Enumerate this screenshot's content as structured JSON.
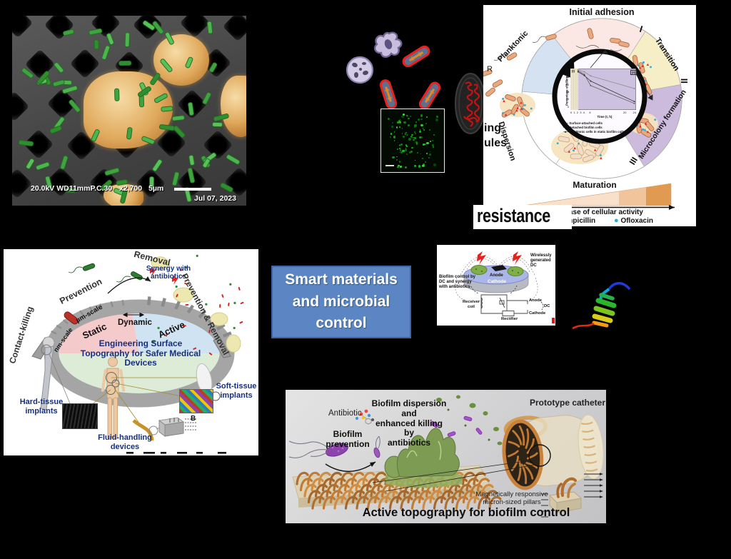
{
  "sem": {
    "status_bar": {
      "left": "20.0kV WD11mmP.C.30",
      "mag": "x2,700",
      "scale": "5µm",
      "date": "Jul 07, 2023"
    }
  },
  "biofilm_cycle": {
    "title": "Initial adhesion",
    "segment_planktonic": "Planktonic",
    "segment_transition": "Transition",
    "segment_microcolony": "Microcolony formation",
    "segment_maturation": "Maturation",
    "segment_dispersion": "Dispersion",
    "marker_1": "I",
    "marker_2": "II",
    "marker_3": "III",
    "fragment_r": "R",
    "fragment_ing": "ing",
    "fragment_ules": "ules",
    "fragment_resistance": "resistance",
    "activity_label": "Increase of cellular activity",
    "legend": [
      {
        "label": "Ampicillin",
        "color": "#ed1c24",
        "marker": "triangle"
      },
      {
        "label": "Ofloxacin",
        "color": "#29abe2",
        "marker": "circle"
      }
    ],
    "inset_chart": {
      "type": "line",
      "xlabel": "Time (t, h)",
      "ylabel": "Percentage of killing (%)",
      "x_ticks": [
        0,
        1,
        2,
        3,
        4,
        6,
        20,
        24
      ],
      "y_ticks": [
        0,
        20,
        40,
        60,
        80,
        100
      ],
      "ylim": [
        0,
        100
      ],
      "region_labels": [
        "(I)",
        "(II)"
      ],
      "series": [
        {
          "name": "Surface-attached cells",
          "x": [
            2,
            4,
            6,
            24
          ],
          "values": [
            95,
            85,
            70,
            15
          ]
        },
        {
          "name": "Detached biofilm cells",
          "x": [
            2,
            4,
            6,
            24
          ],
          "values": [
            98,
            88,
            58,
            10
          ]
        },
        {
          "name": "Planktonic cells in static biofilm cultures",
          "x": [
            2,
            4,
            6,
            24
          ],
          "values": [
            100,
            95,
            84,
            50
          ]
        }
      ]
    }
  },
  "topography_wheel": {
    "label_contact_killing": "Contact-killing",
    "label_prevention": "Prevention",
    "label_removal": "Removal",
    "label_synergy": "Synergy with\nantibiotics",
    "label_prevention_removal": "Prevention & Removal",
    "label_nm": "nm-scale",
    "label_um": "µm-scale",
    "label_static": "Static",
    "label_dynamic": "Dynamic",
    "label_active": "Active",
    "center_text": "Engineering Surface\nTopography for Safer Medical\nDevices",
    "label_hard": "Hard-tissue\nimplants",
    "label_soft": "Soft-tissue\nimplants",
    "label_fluid": "Fluid-handling\ndevices",
    "label_b": "B"
  },
  "center_box": {
    "text": "Smart materials\nand microbial\ncontrol",
    "bg": "#5b86c3",
    "border": "#3f63a5",
    "text_color": "#ffffff"
  },
  "dc_panel": {
    "caption_left": "Biofilm control by\nDC and synergy\nwith antibiotics",
    "caption_right": "Wirelessly\ngenerated\nDC",
    "anode_top": "Anode",
    "cathode_disc": "Cathode",
    "receiver_coil": "Receiver\ncoil",
    "rectifier": "Rectifier",
    "anode_circuit": "Anode",
    "cathode_circuit": "Cathode",
    "dc": "DC"
  },
  "active_topography": {
    "label_antibiotic": "Antibiotic",
    "label_dispersion": "Biofilm dispersion and\nenhanced killing by\nantibiotics",
    "label_prevention": "Biofilm\nprevention",
    "label_prototype": "Prototype catheter",
    "label_magnetic": "Magnetically responsive\nmicron-sized pillars",
    "caption": "Active topography for biofilm control"
  }
}
